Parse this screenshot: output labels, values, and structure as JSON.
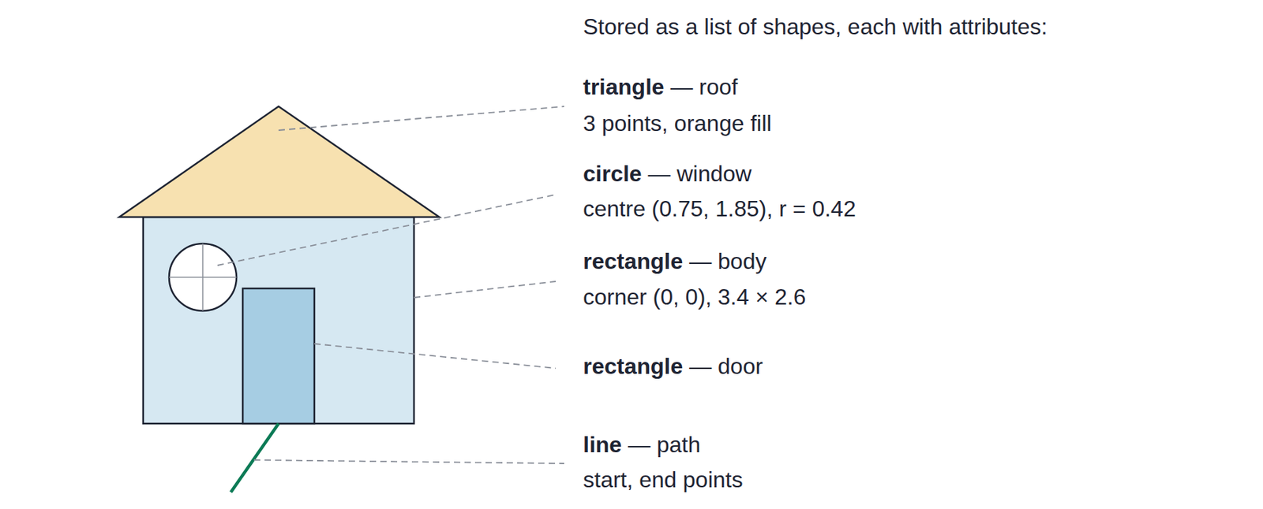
{
  "diagram": {
    "title": "Stored as a list of shapes, each with attributes:",
    "labels": [
      "triangle — roof",
      "3 points, orange fill",
      "circle — window",
      "centre (0.75, 1.85), r = 0.42",
      "rectangle — body",
      "corner (0, 0), 3.4 × 2.6",
      "rectangle — door",
      "line — path",
      "start, end points"
    ]
  }
}
